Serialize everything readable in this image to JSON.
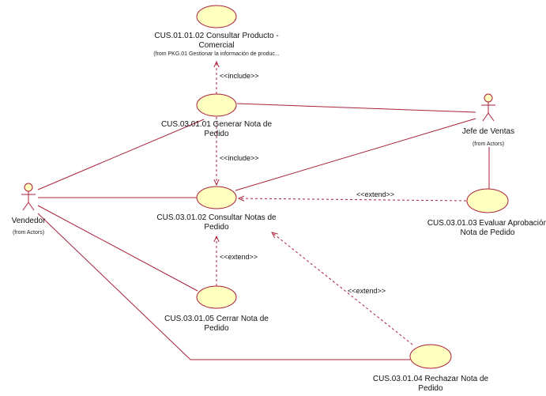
{
  "colors": {
    "line": "#a8213a",
    "usecase_fill": "#ffffc0",
    "text": "#111111",
    "background": "#ffffff"
  },
  "actors": {
    "vendedor": {
      "name": "Vendedor",
      "from": "(from Actors)"
    },
    "jefe": {
      "name": "Jefe de Ventas",
      "from": "(from Actors)"
    }
  },
  "usecases": {
    "uc0102": {
      "line1": "CUS.01.01.02 Consultar Producto -",
      "line2": "Comercial",
      "from": "(from PKG.01 Gestionar la información de produc..."
    },
    "uc0101": {
      "line1": "CUS.03.01.01 Generar Nota de",
      "line2": "Pedido"
    },
    "uc0302": {
      "line1": "CUS.03.01.02 Consultar Notas de",
      "line2": "Pedido"
    },
    "uc0303": {
      "line1": "CUS.03.01.03 Evaluar Aprobación",
      "line2": "Nota de Pedido"
    },
    "uc0305": {
      "line1": "CUS.03.01.05 Cerrar Nota de",
      "line2": "Pedido"
    },
    "uc0304": {
      "line1": "CUS.03.01.04 Rechazar Nota de",
      "line2": "Pedido"
    }
  },
  "relations": {
    "include_top": "<<include>>",
    "include_mid": "<<include>>",
    "extend_evaluar": "<<extend>>",
    "extend_cerrar": "<<extend>>",
    "extend_rechazar": "<<extend>>"
  }
}
